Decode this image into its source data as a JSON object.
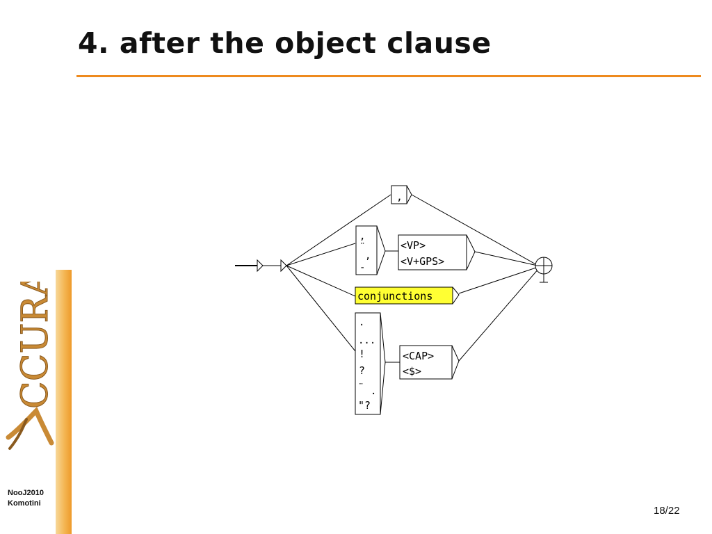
{
  "slide": {
    "title": "4. after the object clause",
    "page_number": "18/22",
    "footer": {
      "line1": "NooJ2010",
      "line2": "Komotini"
    },
    "logo_text": "CCURAT"
  },
  "colors": {
    "accent": "#ee8a1e",
    "highlight": "#ffff33"
  },
  "graph": {
    "node_comma": {
      "items": [
        ","
      ]
    },
    "node_punct_top": {
      "items": [
        ",",
        "¨",
        ",",
        "-"
      ]
    },
    "node_vp": {
      "items": [
        "<VP>",
        "<V+GPS>"
      ]
    },
    "node_conjunctions": {
      "items": [
        "conjunctions"
      ]
    },
    "node_punct_bottom": {
      "items": [
        ".",
        "...",
        "!",
        "?",
        "¨",
        ".",
        "\"?"
      ]
    },
    "node_cap": {
      "items": [
        "<CAP>",
        "<$>"
      ]
    },
    "initial_node": "initial-state",
    "final_node": "final-state"
  }
}
